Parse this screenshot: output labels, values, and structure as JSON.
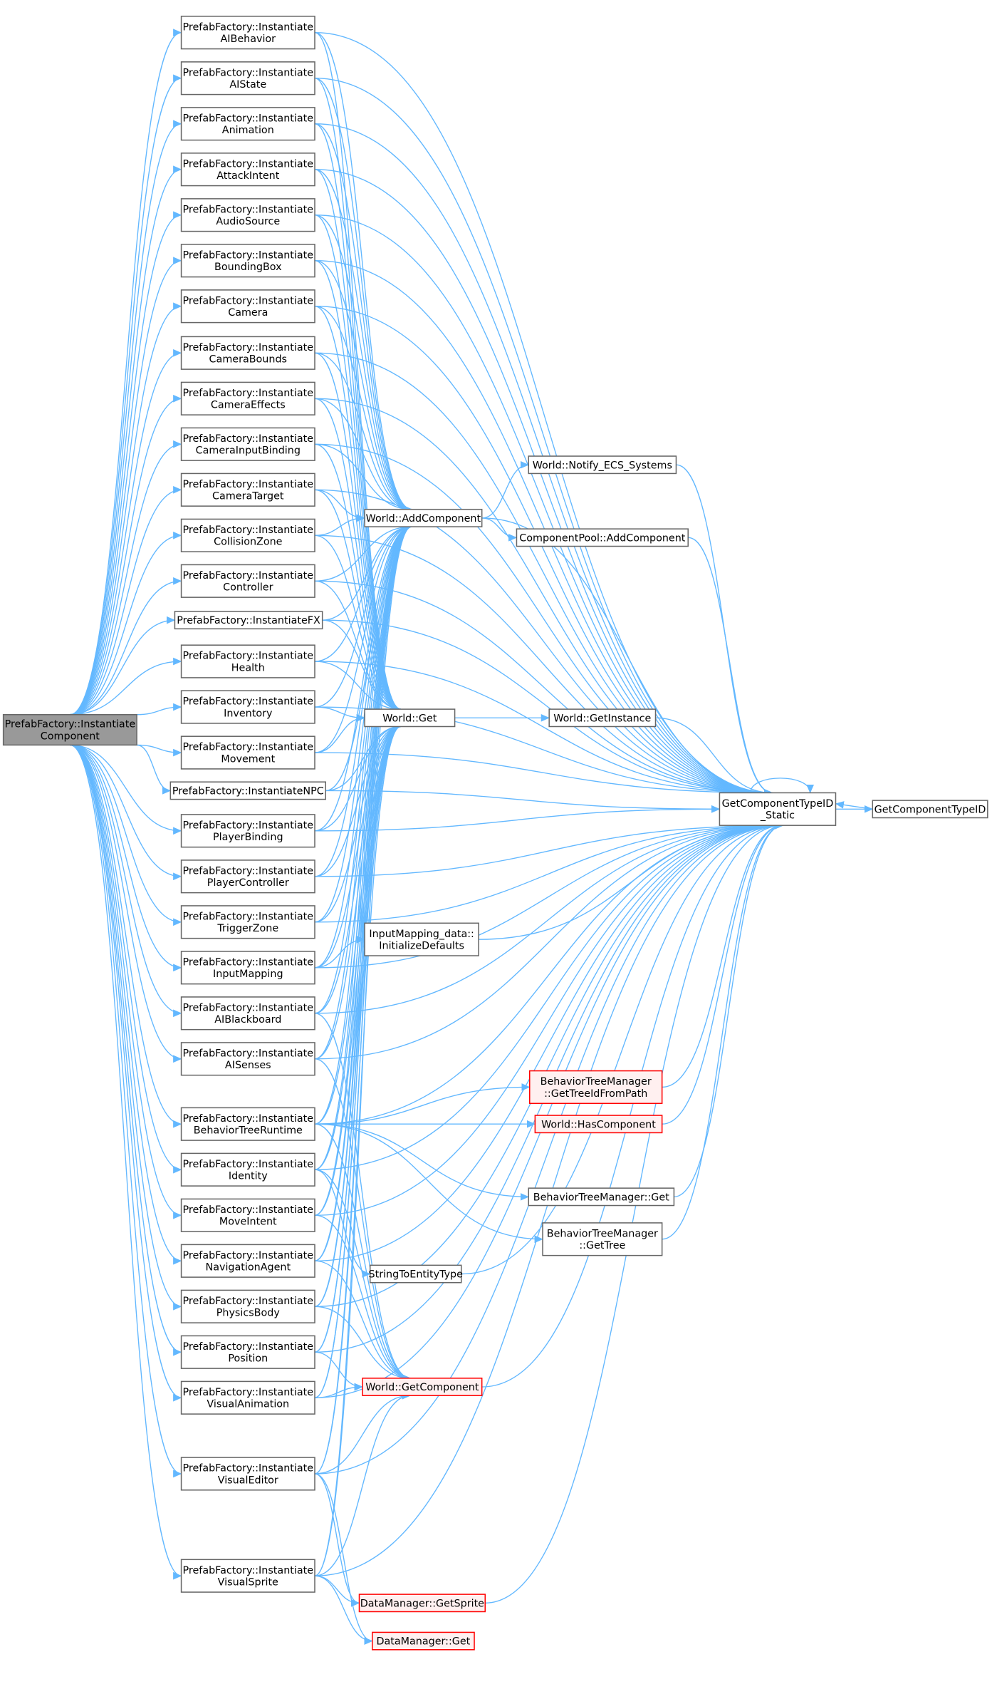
{
  "title": "PrefabFactory::InstantiateComponent call graph",
  "colors": {
    "edge": "#63b8ff",
    "root_fill": "#999999",
    "node_border": "#666666",
    "missing_border": "#ff0000",
    "missing_fill": "#fff0f0"
  },
  "nodes": {
    "root": {
      "lines": [
        "PrefabFactory::Instantiate",
        "Component"
      ]
    },
    "aibehavior": {
      "lines": [
        "PrefabFactory::Instantiate",
        "AIBehavior"
      ]
    },
    "aistate": {
      "lines": [
        "PrefabFactory::Instantiate",
        "AIState"
      ]
    },
    "animation": {
      "lines": [
        "PrefabFactory::Instantiate",
        "Animation"
      ]
    },
    "attackintent": {
      "lines": [
        "PrefabFactory::Instantiate",
        "AttackIntent"
      ]
    },
    "audiosource": {
      "lines": [
        "PrefabFactory::Instantiate",
        "AudioSource"
      ]
    },
    "boundingbox": {
      "lines": [
        "PrefabFactory::Instantiate",
        "BoundingBox"
      ]
    },
    "camera": {
      "lines": [
        "PrefabFactory::Instantiate",
        "Camera"
      ]
    },
    "camerabounds": {
      "lines": [
        "PrefabFactory::Instantiate",
        "CameraBounds"
      ]
    },
    "cameraeffects": {
      "lines": [
        "PrefabFactory::Instantiate",
        "CameraEffects"
      ]
    },
    "camerainputbinding": {
      "lines": [
        "PrefabFactory::Instantiate",
        "CameraInputBinding"
      ]
    },
    "cameratarget": {
      "lines": [
        "PrefabFactory::Instantiate",
        "CameraTarget"
      ]
    },
    "collisionzone": {
      "lines": [
        "PrefabFactory::Instantiate",
        "CollisionZone"
      ]
    },
    "controller": {
      "lines": [
        "PrefabFactory::Instantiate",
        "Controller"
      ]
    },
    "fx": {
      "lines": [
        "PrefabFactory::InstantiateFX"
      ]
    },
    "health": {
      "lines": [
        "PrefabFactory::Instantiate",
        "Health"
      ]
    },
    "inventory": {
      "lines": [
        "PrefabFactory::Instantiate",
        "Inventory"
      ]
    },
    "movement": {
      "lines": [
        "PrefabFactory::Instantiate",
        "Movement"
      ]
    },
    "npc": {
      "lines": [
        "PrefabFactory::InstantiateNPC"
      ]
    },
    "playerbinding": {
      "lines": [
        "PrefabFactory::Instantiate",
        "PlayerBinding"
      ]
    },
    "playercontroller": {
      "lines": [
        "PrefabFactory::Instantiate",
        "PlayerController"
      ]
    },
    "triggerzone": {
      "lines": [
        "PrefabFactory::Instantiate",
        "TriggerZone"
      ]
    },
    "inputmapping": {
      "lines": [
        "PrefabFactory::Instantiate",
        "InputMapping"
      ]
    },
    "aiblackboard": {
      "lines": [
        "PrefabFactory::Instantiate",
        "AIBlackboard"
      ]
    },
    "aisenses": {
      "lines": [
        "PrefabFactory::Instantiate",
        "AISenses"
      ]
    },
    "btruntime": {
      "lines": [
        "PrefabFactory::Instantiate",
        "BehaviorTreeRuntime"
      ]
    },
    "identity": {
      "lines": [
        "PrefabFactory::Instantiate",
        "Identity"
      ]
    },
    "moveintent": {
      "lines": [
        "PrefabFactory::Instantiate",
        "MoveIntent"
      ]
    },
    "navagent": {
      "lines": [
        "PrefabFactory::Instantiate",
        "NavigationAgent"
      ]
    },
    "physicsbody": {
      "lines": [
        "PrefabFactory::Instantiate",
        "PhysicsBody"
      ]
    },
    "position": {
      "lines": [
        "PrefabFactory::Instantiate",
        "Position"
      ]
    },
    "visualanimation": {
      "lines": [
        "PrefabFactory::Instantiate",
        "VisualAnimation"
      ]
    },
    "visualeditor": {
      "lines": [
        "PrefabFactory::Instantiate",
        "VisualEditor"
      ]
    },
    "visualsprite": {
      "lines": [
        "PrefabFactory::Instantiate",
        "VisualSprite"
      ]
    },
    "addcomponent": {
      "lines": [
        "World::AddComponent"
      ]
    },
    "worldget": {
      "lines": [
        "World::Get"
      ]
    },
    "initdefaults": {
      "lines": [
        "InputMapping_data::",
        "InitializeDefaults"
      ]
    },
    "stringtoentity": {
      "lines": [
        "StringToEntityType"
      ]
    },
    "getcomponent": {
      "lines": [
        "World::GetComponent"
      ],
      "missing": true
    },
    "getsprite": {
      "lines": [
        "DataManager::GetSprite"
      ],
      "missing": true
    },
    "dmget": {
      "lines": [
        "DataManager::Get"
      ],
      "missing": true
    },
    "notify": {
      "lines": [
        "World::Notify_ECS_Systems"
      ]
    },
    "pooladd": {
      "lines": [
        "ComponentPool::AddComponent"
      ]
    },
    "getinstance": {
      "lines": [
        "World::GetInstance"
      ]
    },
    "gettreeid": {
      "lines": [
        "BehaviorTreeManager",
        "::GetTreeIdFromPath"
      ],
      "missing": true
    },
    "hascomponent": {
      "lines": [
        "World::HasComponent"
      ],
      "missing": true
    },
    "btmget": {
      "lines": [
        "BehaviorTreeManager::Get"
      ]
    },
    "gettree": {
      "lines": [
        "BehaviorTreeManager",
        "::GetTree"
      ]
    },
    "typeidstatic": {
      "lines": [
        "GetComponentTypeID",
        "_Static"
      ]
    },
    "typeid": {
      "lines": [
        "GetComponentTypeID"
      ]
    }
  },
  "edges": [
    [
      "addcomponent",
      "notify"
    ],
    [
      "addcomponent",
      "pooladd"
    ],
    [
      "addcomponent",
      "typeidstatic"
    ],
    [
      "worldget",
      "getinstance"
    ],
    [
      "getinstance",
      "typeidstatic"
    ],
    [
      "notify",
      "typeidstatic"
    ],
    [
      "pooladd",
      "typeidstatic"
    ],
    [
      "initdefaults",
      "typeidstatic"
    ],
    [
      "stringtoentity",
      "typeidstatic"
    ],
    [
      "getcomponent",
      "typeidstatic"
    ],
    [
      "getsprite",
      "typeidstatic"
    ],
    [
      "gettreeid",
      "typeidstatic"
    ],
    [
      "hascomponent",
      "typeidstatic"
    ],
    [
      "btmget",
      "typeidstatic"
    ],
    [
      "gettree",
      "typeidstatic"
    ],
    [
      "typeidstatic",
      "typeid"
    ],
    [
      "typeid",
      "typeidstatic"
    ],
    [
      "typeidstatic",
      "typeidstatic"
    ],
    [
      "inputmapping",
      "initdefaults"
    ],
    [
      "btruntime",
      "gettreeid"
    ],
    [
      "btruntime",
      "hascomponent"
    ],
    [
      "btruntime",
      "btmget"
    ],
    [
      "btruntime",
      "gettree"
    ],
    [
      "identity",
      "stringtoentity"
    ],
    [
      "visualeditor",
      "getsprite"
    ],
    [
      "visualeditor",
      "dmget"
    ],
    [
      "visualsprite",
      "getsprite"
    ],
    [
      "visualsprite",
      "dmget"
    ],
    [
      "visualsprite",
      "getcomponent"
    ],
    [
      "aiblackboard",
      "getcomponent"
    ],
    [
      "aisenses",
      "getcomponent"
    ],
    [
      "btruntime",
      "getcomponent"
    ],
    [
      "identity",
      "getcomponent"
    ],
    [
      "moveintent",
      "getcomponent"
    ],
    [
      "navagent",
      "getcomponent"
    ],
    [
      "physicsbody",
      "getcomponent"
    ],
    [
      "position",
      "getcomponent"
    ],
    [
      "visualanimation",
      "getcomponent"
    ],
    [
      "visualeditor",
      "getcomponent"
    ]
  ]
}
